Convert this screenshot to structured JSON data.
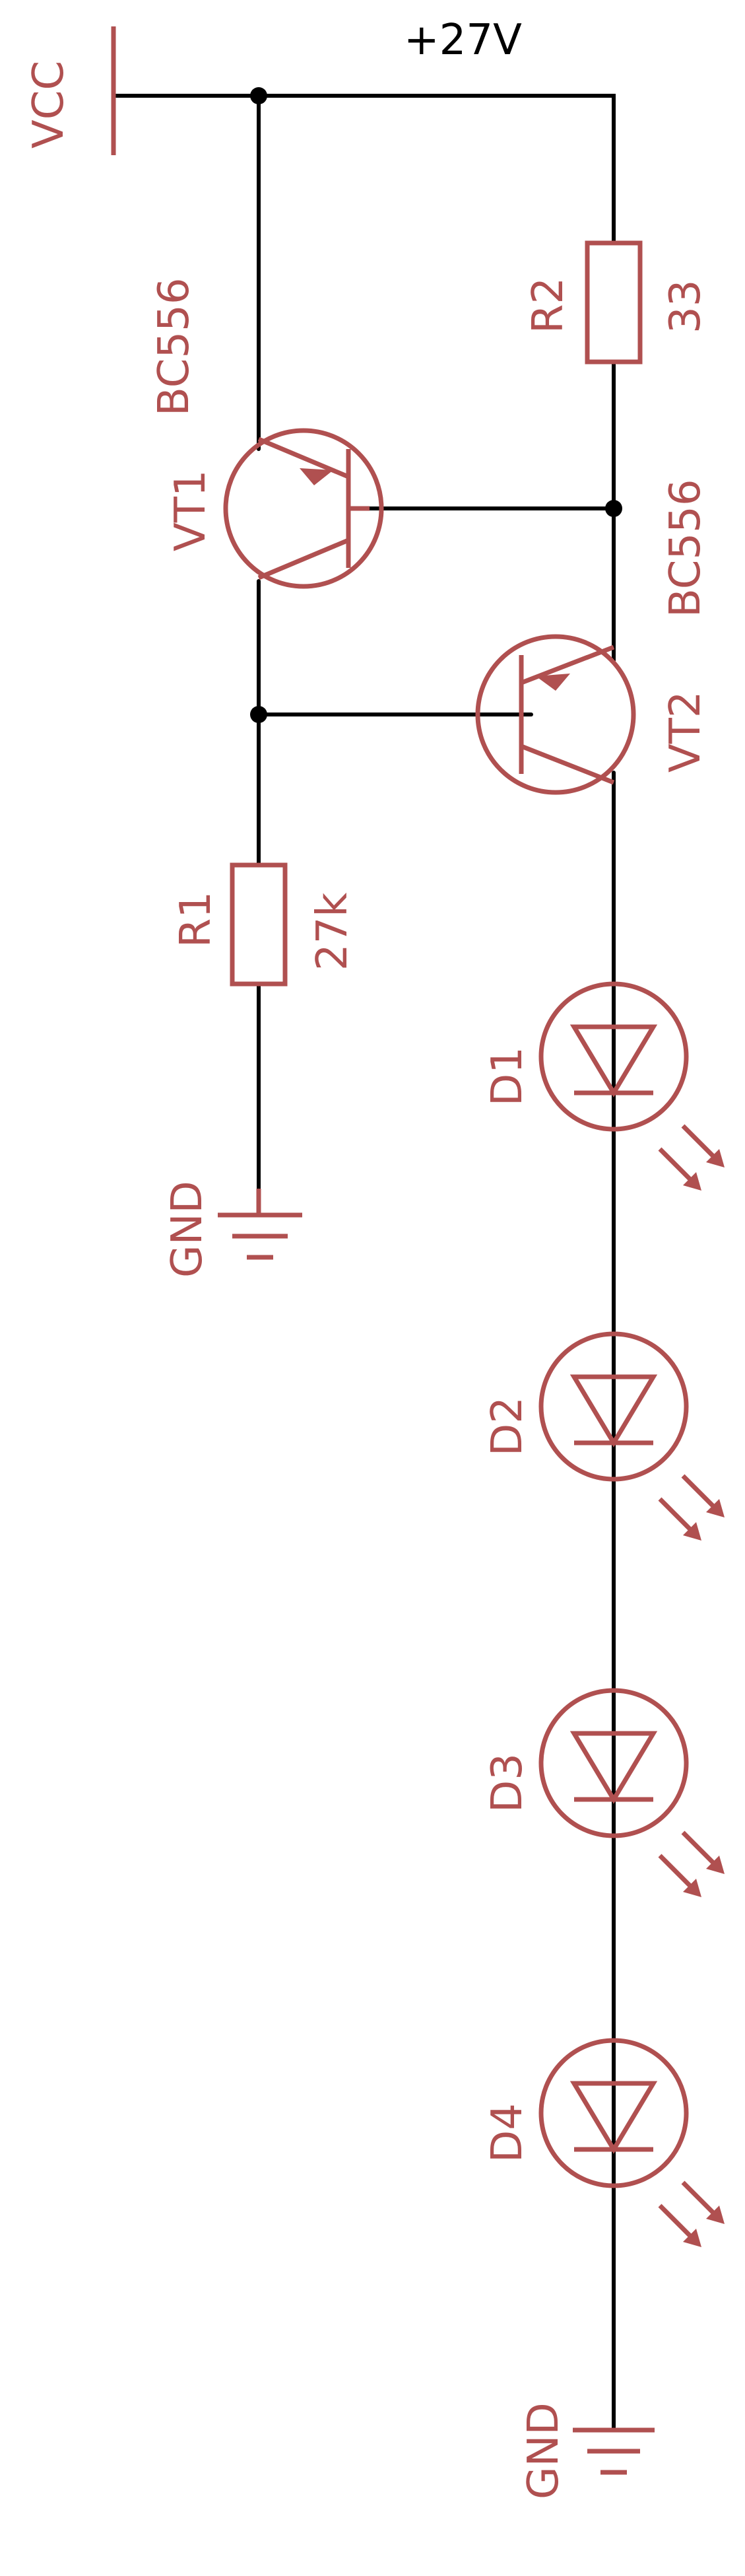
{
  "supply": {
    "net_name": "VCC",
    "voltage": "+27V"
  },
  "ground": {
    "label_1": "GND",
    "label_2": "GND"
  },
  "transistors": [
    {
      "ref": "VT1",
      "type": "BC556"
    },
    {
      "ref": "VT2",
      "type": "BC556"
    }
  ],
  "resistors": [
    {
      "ref": "R1",
      "value": "27k"
    },
    {
      "ref": "R2",
      "value": "33"
    }
  ],
  "leds": [
    {
      "ref": "D1"
    },
    {
      "ref": "D2"
    },
    {
      "ref": "D3"
    },
    {
      "ref": "D4"
    }
  ],
  "colors": {
    "wire": "#000000",
    "symbol": "#b05050",
    "background": "#ffffff"
  }
}
